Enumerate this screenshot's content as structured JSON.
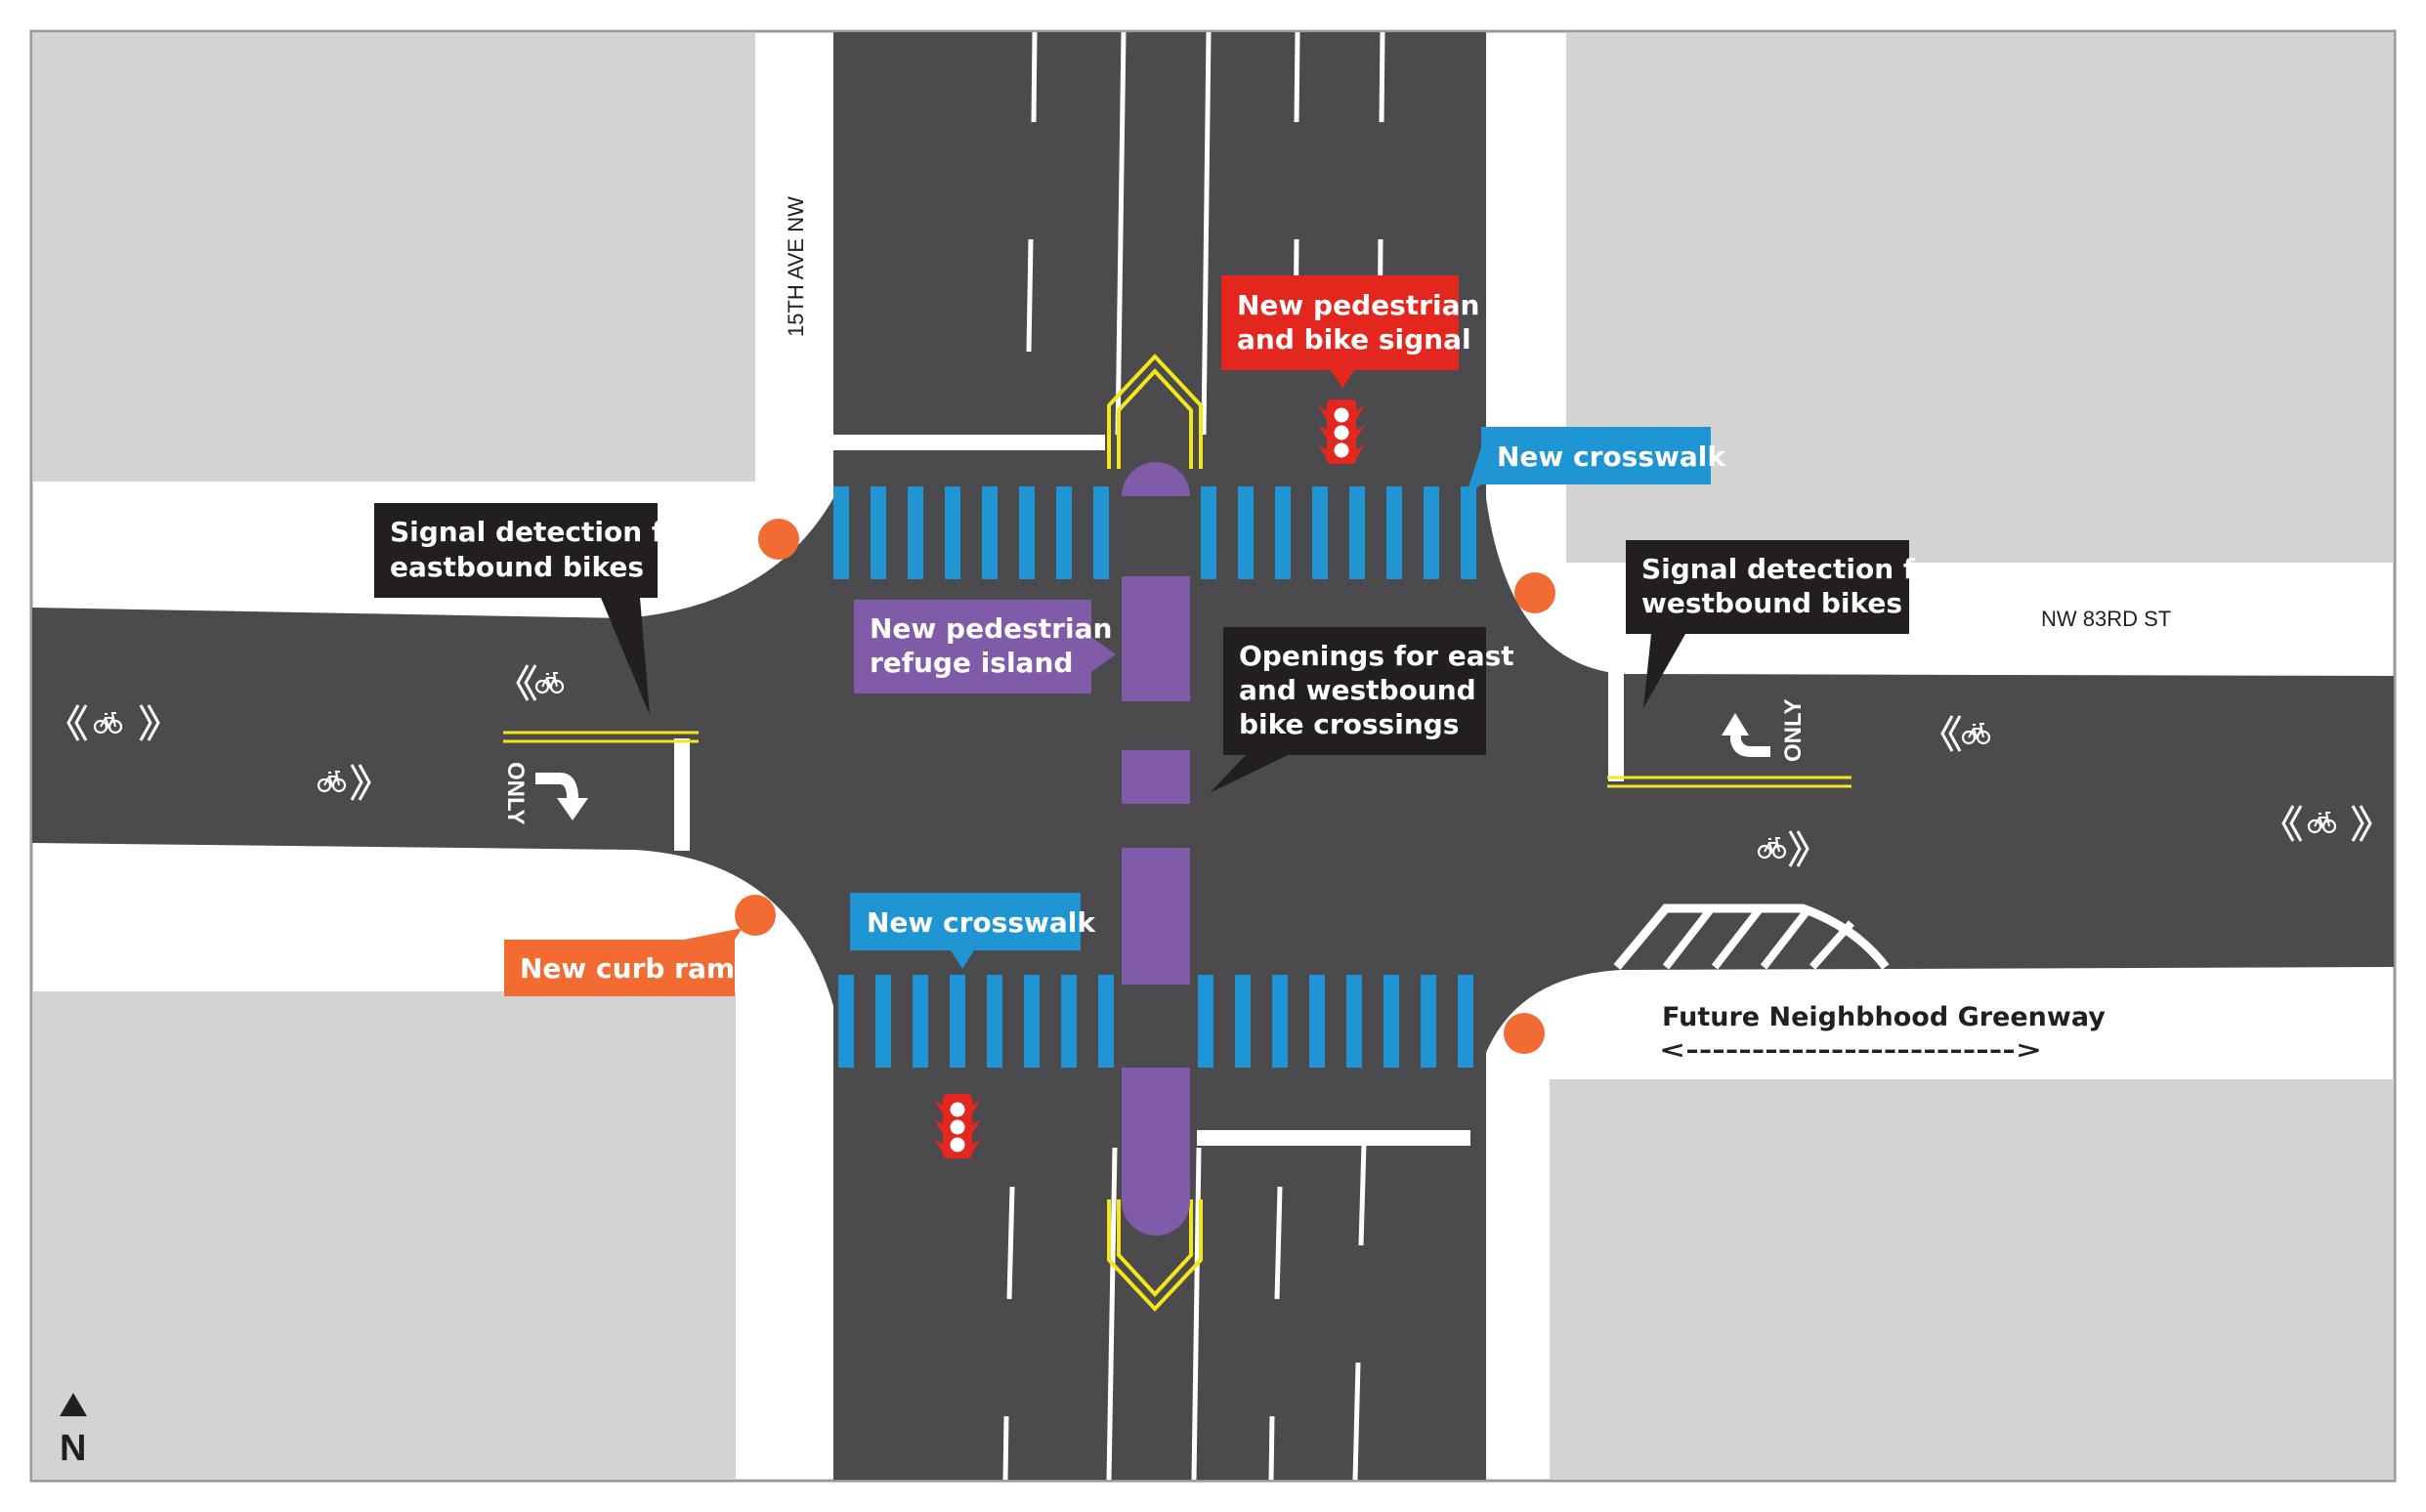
{
  "colors": {
    "road": "#4b4a4c",
    "block": "#d3d3d3",
    "sidewalk": "#ffffff",
    "crosswalk": "#1f95d3",
    "island": "#7f5ba8",
    "signal": "#e3261e",
    "curb_ramp": "#f26b33",
    "dark_callout": "#231f20",
    "yellow_line": "#f5e51b"
  },
  "streets": {
    "north_south": "15TH AVE NW",
    "east_west": "NW 83RD ST"
  },
  "callouts": {
    "signal": [
      "New pedestrian",
      "and bike signal"
    ],
    "crosswalk_north": "New crosswalk",
    "crosswalk_south": "New crosswalk",
    "detect_east": [
      "Signal detection for",
      "eastbound bikes"
    ],
    "detect_west": [
      "Signal detection for",
      "westbound bikes"
    ],
    "refuge": [
      "New pedestrian",
      "refuge island"
    ],
    "openings": [
      "Openings for east",
      "and westbound",
      "bike crossings"
    ],
    "curb_ramp": "New curb ramp"
  },
  "greenway": {
    "label": "Future Neighbhood Greenway",
    "arrow": "<------------------------->"
  },
  "pavement": {
    "only_left": "ONLY",
    "only_right": "ONLY"
  },
  "compass": "N",
  "icons": {
    "signal": "traffic-signal-icon",
    "bike": "bicycle-sharrow-icon",
    "curb_ramp": "curb-ramp-marker-icon",
    "north": "north-arrow-icon"
  }
}
